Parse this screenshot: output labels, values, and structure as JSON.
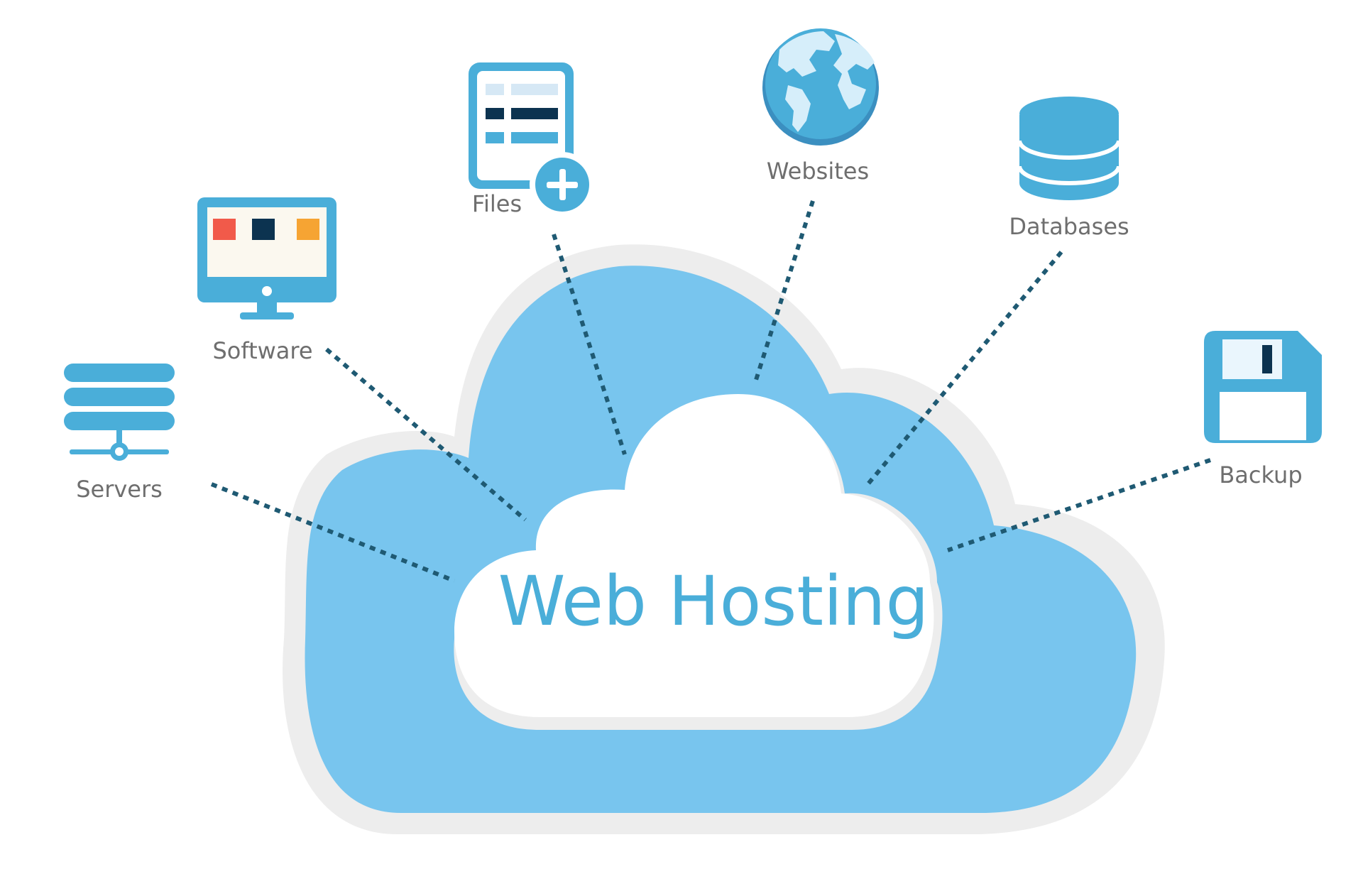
{
  "colors": {
    "accent": "#4AAED9",
    "cloud_outer": "#78C5EE",
    "cloud_rim": "#EDEDED",
    "cloud_inner": "#FFFFFF",
    "connector": "#1F5A73",
    "navy": "#0C3350",
    "label": "#6E6E6E",
    "red": "#F15A4A",
    "orange": "#F6A433",
    "light_blue": "#D6E8F5"
  },
  "title": "Web Hosting",
  "nodes": [
    {
      "id": "servers",
      "label": "Servers",
      "icon": "server-icon"
    },
    {
      "id": "software",
      "label": "Software",
      "icon": "monitor-icon"
    },
    {
      "id": "files",
      "label": "Files",
      "icon": "file-add-icon"
    },
    {
      "id": "websites",
      "label": "Websites",
      "icon": "globe-icon"
    },
    {
      "id": "databases",
      "label": "Databases",
      "icon": "database-icon"
    },
    {
      "id": "backup",
      "label": "Backup",
      "icon": "floppy-disk-icon"
    }
  ]
}
